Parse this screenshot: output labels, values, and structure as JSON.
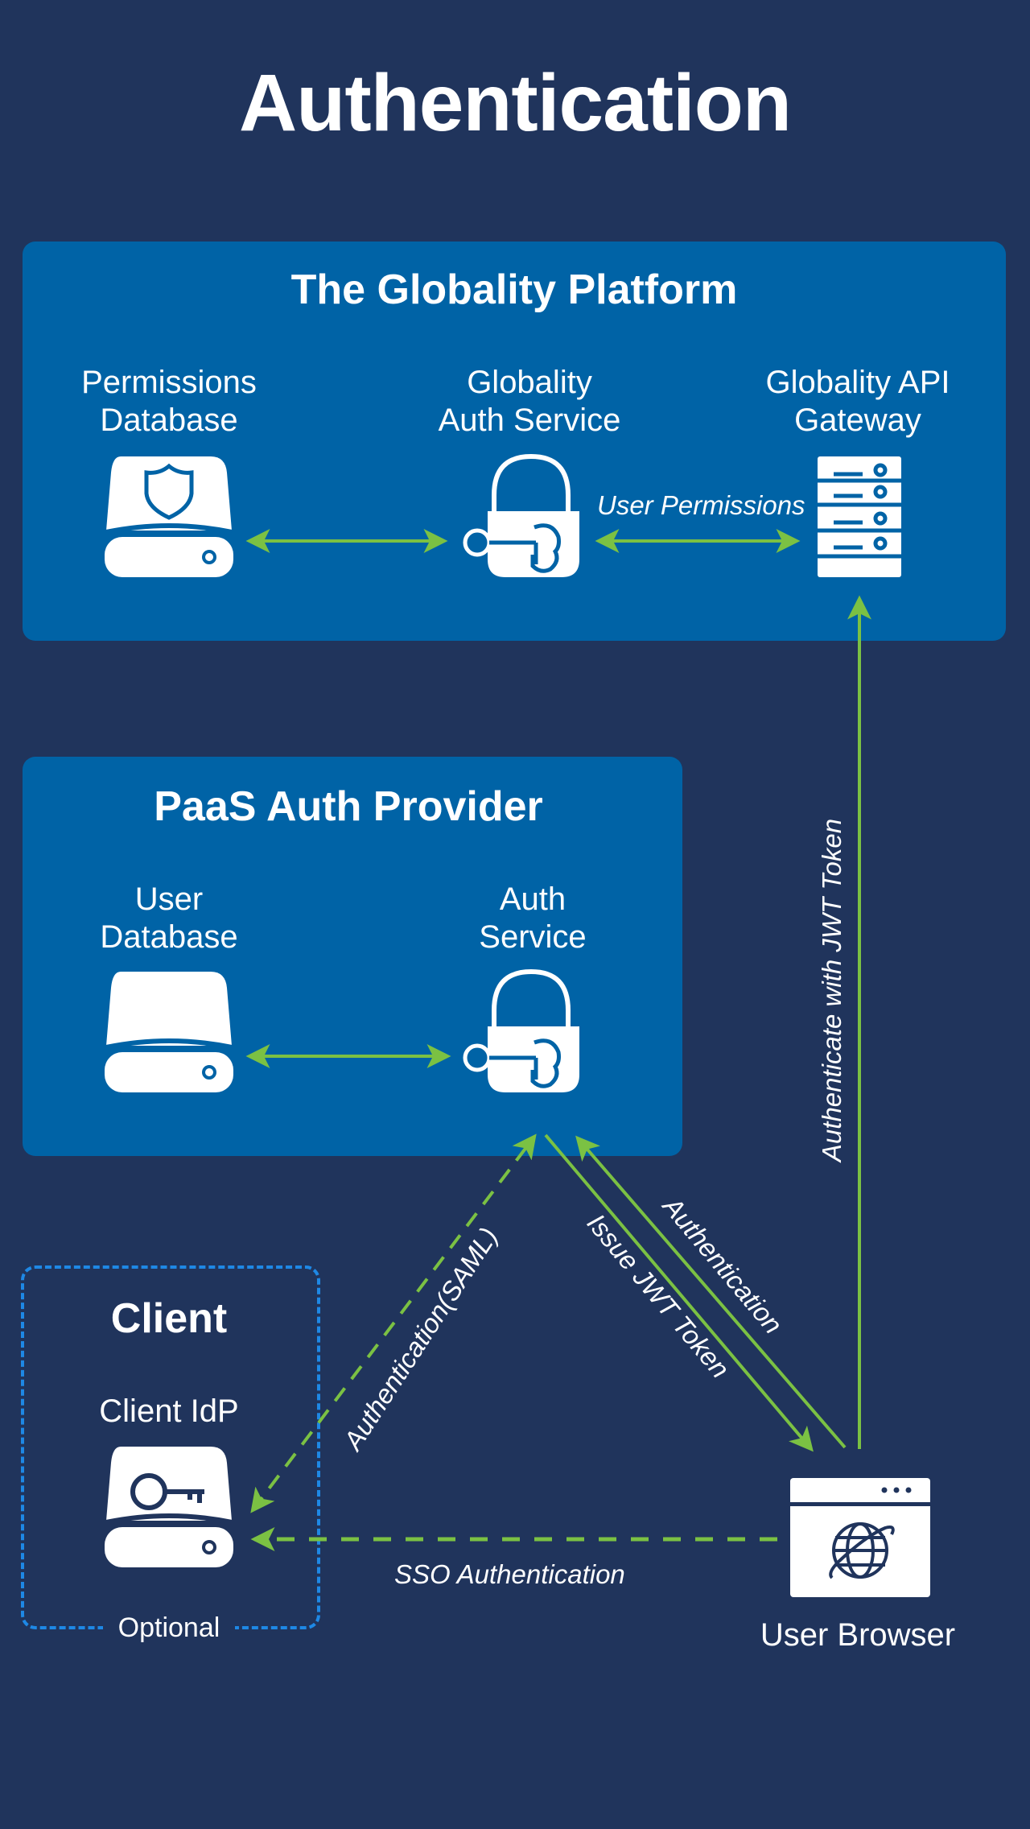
{
  "title": "Authentication",
  "colors": {
    "background": "#20345c",
    "panel": "#0063a6",
    "arrow": "#7bc143",
    "client_border": "#1e88e5",
    "icon": "#ffffff"
  },
  "globality_platform": {
    "title": "The Globality Platform",
    "nodes": [
      {
        "label_line1": "Permissions",
        "label_line2": "Database",
        "icon": "database-shield-icon"
      },
      {
        "label_line1": "Globality",
        "label_line2": "Auth Service",
        "icon": "lock-key-icon"
      },
      {
        "label_line1": "Globality API",
        "label_line2": "Gateway",
        "icon": "server-icon"
      }
    ]
  },
  "paas_provider": {
    "title": "PaaS Auth Provider",
    "nodes": [
      {
        "label_line1": "User",
        "label_line2": "Database",
        "icon": "database-icon"
      },
      {
        "label_line1": "Auth",
        "label_line2": "Service",
        "icon": "lock-key-icon"
      }
    ]
  },
  "client": {
    "title": "Client",
    "node_label": "Client IdP",
    "icon": "database-key-icon",
    "footer": "Optional"
  },
  "user_browser": {
    "label": "User Browser",
    "icon": "browser-globe-icon"
  },
  "edges": [
    {
      "id": "permdb-authsvc",
      "from": "Permissions Database",
      "to": "Globality Auth Service",
      "label": "",
      "style": "solid",
      "direction": "both"
    },
    {
      "id": "authsvc-gateway",
      "from": "Globality Auth Service",
      "to": "Globality API Gateway",
      "label": "User Permissions",
      "style": "solid",
      "direction": "both"
    },
    {
      "id": "userdb-paasauth",
      "from": "User Database",
      "to": "Auth Service",
      "label": "",
      "style": "solid",
      "direction": "both"
    },
    {
      "id": "browser-gateway",
      "from": "User Browser",
      "to": "Globality API Gateway",
      "label": "Authenticate with JWT Token",
      "style": "solid",
      "direction": "forward"
    },
    {
      "id": "paasauth-browser",
      "from": "Auth Service",
      "to": "User Browser",
      "label": "Issue JWT Token",
      "style": "solid",
      "direction": "forward"
    },
    {
      "id": "browser-paasauth",
      "from": "User Browser",
      "to": "Auth Service",
      "label": "Authentication",
      "style": "solid",
      "direction": "forward"
    },
    {
      "id": "saml",
      "from": "Client IdP",
      "to": "Auth Service",
      "label": "Authentication(SAML)",
      "style": "dashed",
      "direction": "both"
    },
    {
      "id": "sso",
      "from": "User Browser",
      "to": "Client IdP",
      "label": "SSO Authentication",
      "style": "dashed",
      "direction": "forward"
    }
  ]
}
